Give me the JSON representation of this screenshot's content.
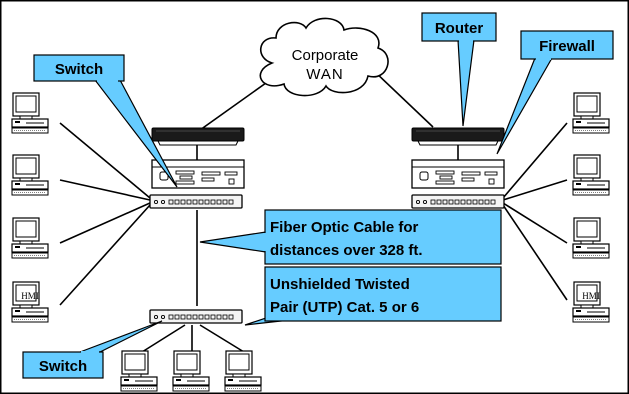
{
  "colors": {
    "callout_fill": "#66ccff",
    "line": "#000000",
    "device_dark": "#1a1a1a",
    "device_light": "#f0f0f0",
    "border": "#000000"
  },
  "cloud": {
    "line1": "Corporate",
    "line2": "WAN"
  },
  "callouts": {
    "switch_top": "Switch",
    "router": "Router",
    "firewall": "Firewall",
    "fiber_line1": "Fiber Optic Cable for",
    "fiber_line2": "distances over 328 ft.",
    "utp_line1": "Unshielded Twisted",
    "utp_line2": "Pair (UTP) Cat. 5 or 6",
    "switch_bottom": "Switch"
  },
  "hmi_label": "HMI",
  "icons": {
    "router": "router-icon",
    "firewall": "firewall-icon",
    "switch": "switch-icon",
    "computer": "computer-icon",
    "hmi": "hmi-terminal-icon",
    "cloud": "cloud-icon"
  }
}
